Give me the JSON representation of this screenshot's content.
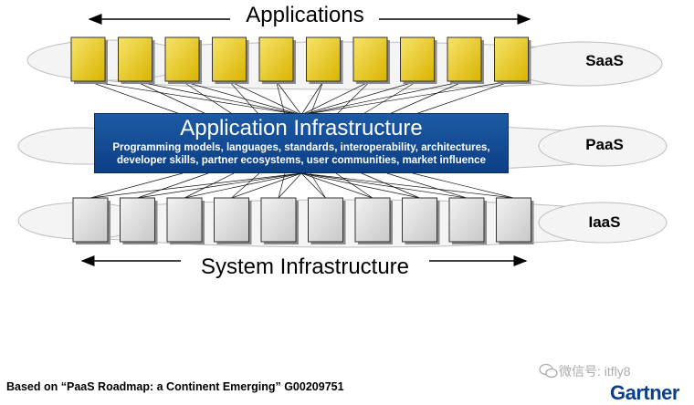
{
  "top": {
    "title": "Applications",
    "layer": "SaaS"
  },
  "middle": {
    "title": "Application Infrastructure",
    "desc_line1": "Programming models, languages, standards, interoperability, architectures,",
    "desc_line2": "developer skills, partner ecosystems, user communities, market influence",
    "layer": "PaaS"
  },
  "bottom": {
    "title": "System Infrastructure",
    "layer": "IaaS"
  },
  "footer": {
    "source": "Based on “PaaS Roadmap: a Continent Emerging” G00209751",
    "brand": "Gartner"
  },
  "watermark": {
    "text": "微信号: itfly8"
  },
  "colors": {
    "app_box": "#e8c820",
    "sys_box": "#d8d8d8",
    "infra_box": "#0f4a94",
    "brand": "#0a3f8c"
  }
}
